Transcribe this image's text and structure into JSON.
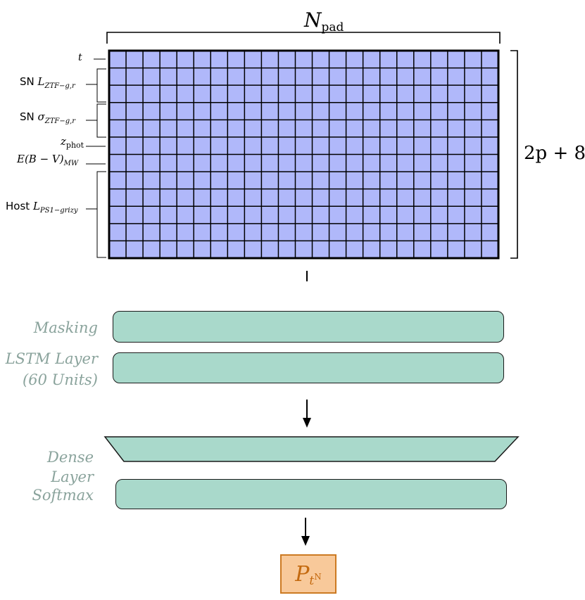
{
  "header": {
    "n_pad_symbol": "N",
    "n_pad_sub": "pad"
  },
  "dimension_label": "2p + 8",
  "row_labels": {
    "t": "t",
    "sn_lum_prefix": "SN",
    "sn_lum_sym": "L",
    "sn_lum_sub": "ZTF−g,r",
    "sn_sigma_prefix": "SN",
    "sn_sigma_sym": "σ",
    "sn_sigma_sub": "ZTF−g,r",
    "zphot_sym": "z",
    "zphot_sub": "phot",
    "ebv": "E(B − V)",
    "ebv_sub": "MW",
    "host_prefix": "Host",
    "host_sym": "L",
    "host_sub": "PS1−grizy"
  },
  "grid": {
    "rows": 12,
    "cols": 23,
    "cell_color": "#b0b8fa"
  },
  "layers": {
    "masking": "Masking",
    "lstm_line1": "LSTM Layer",
    "lstm_line2": "(60 Units)",
    "dense": "Dense Layer",
    "softmax": "Softmax"
  },
  "output": {
    "symbol": "P",
    "sub": "t",
    "subsub": "N"
  },
  "colors": {
    "layer_fill": "#a9d9cb",
    "layer_text": "#8aa39c",
    "output_fill": "#f8c99a",
    "output_border": "#cc7a22",
    "output_text": "#c46a10"
  }
}
